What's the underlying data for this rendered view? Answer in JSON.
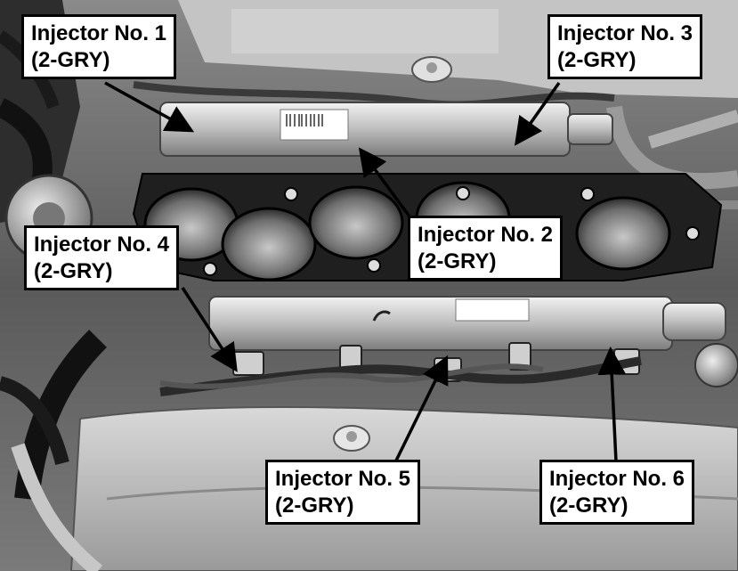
{
  "image": {
    "subject": "engine-bay-fuel-injector-locations",
    "tone": "grayscale"
  },
  "callouts": [
    {
      "id": "injector-1",
      "name": "Injector No. 1",
      "wire": "(2-GRY)"
    },
    {
      "id": "injector-2",
      "name": "Injector No. 2",
      "wire": "(2-GRY)"
    },
    {
      "id": "injector-3",
      "name": "Injector No. 3",
      "wire": "(2-GRY)"
    },
    {
      "id": "injector-4",
      "name": "Injector No. 4",
      "wire": "(2-GRY)"
    },
    {
      "id": "injector-5",
      "name": "Injector No. 5",
      "wire": "(2-GRY)"
    },
    {
      "id": "injector-6",
      "name": "Injector No. 6",
      "wire": "(2-GRY)"
    }
  ],
  "colors": {
    "callout_bg": "#ffffff",
    "callout_border": "#000000",
    "arrow": "#000000"
  }
}
